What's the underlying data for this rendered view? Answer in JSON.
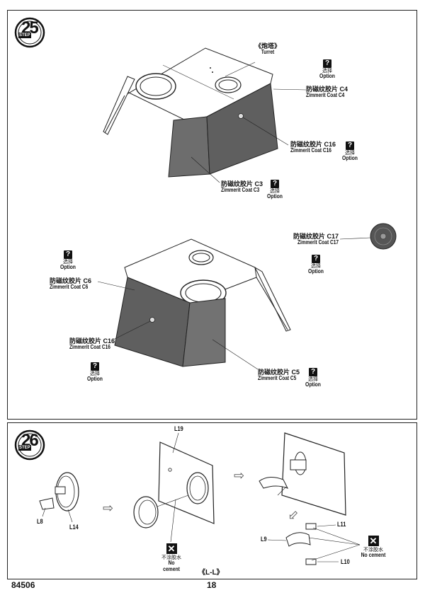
{
  "step25": {
    "number": "25",
    "badge": "STEP",
    "turret_cn": "《炮塔》",
    "turret_en": "Turret",
    "callouts": {
      "c4": {
        "cn": "防磁纹胶片 C4",
        "en": "Zimmerit Coat C4"
      },
      "c16_top": {
        "cn": "防磁纹胶片 C16",
        "en": "Zimmerit Coat C16"
      },
      "c3": {
        "cn": "防磁纹胶片 C3",
        "en": "Zimmerit Coat C3"
      },
      "c17": {
        "cn": "防磁纹胶片 C17",
        "en": "Zimmerit Coat C17"
      },
      "c6": {
        "cn": "防磁纹胶片 C6",
        "en": "Zimmerit Coat C6"
      },
      "c16_bottom": {
        "cn": "防磁纹胶片 C16",
        "en": "Zimmerit Coat C16"
      },
      "c5": {
        "cn": "防磁纹胶片 C5",
        "en": "Zimmerit Coat C5"
      }
    },
    "option": {
      "symbol": "?",
      "cn": "选择",
      "en": "Option"
    }
  },
  "step26": {
    "number": "26",
    "badge": "STEP",
    "parts": {
      "l8": "L8",
      "l14": "L14",
      "l19": "L19",
      "l9": "L9",
      "l11": "L11",
      "l10": "L10"
    },
    "no_cement": {
      "symbol": "✕",
      "cn": "不涂胶水",
      "en": "No cement"
    },
    "arrow": "⇨"
  },
  "footer": {
    "code": "84506",
    "page": "18",
    "section": "《L-L》"
  }
}
